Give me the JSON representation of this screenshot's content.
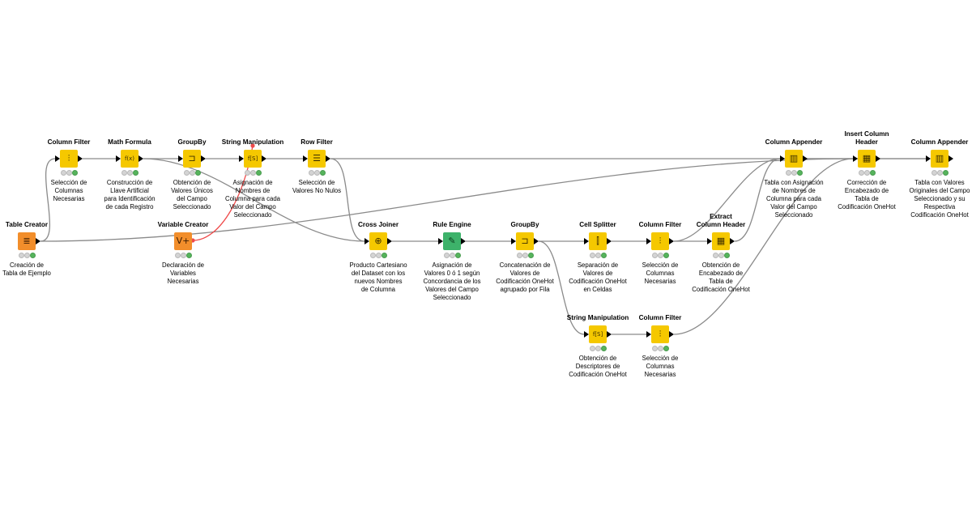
{
  "workflow": {
    "nodes": [
      {
        "title": "Column Filter",
        "description": "Selección de\nColumnas\nNecesarias",
        "color": "yellow",
        "icon": "column-filter-icon",
        "glyph": "⫶"
      },
      {
        "title": "Math Formula",
        "description": "Construcción de\nLlave Artificial\npara Identificación\nde cada Registro",
        "color": "yellow",
        "icon": "math-formula-icon",
        "glyph": "f(x)"
      },
      {
        "title": "GroupBy",
        "description": "Obtención de\nValores Únicos\ndel Campo\nSeleccionado",
        "color": "yellow",
        "icon": "groupby-icon",
        "glyph": "⊐"
      },
      {
        "title": "String Manipulation",
        "description": "Asignación de\nNombres de\nColumna para cada\nValor del Campo\nSeleccionado",
        "color": "yellow",
        "icon": "string-manipulation-icon",
        "glyph": "f[S]"
      },
      {
        "title": "Row Filter",
        "description": "Selección de\nValores No Nulos",
        "color": "yellow",
        "icon": "row-filter-icon",
        "glyph": "☰"
      },
      {
        "title": "Column Appender",
        "description": "Tabla con Asignación\nde Nombres de\nColumna para cada\nValor del Campo\nSeleccionado",
        "color": "yellow",
        "icon": "column-appender-icon",
        "glyph": "▥"
      },
      {
        "title": "Insert Column\nHeader",
        "description": "Corrección de\nEncabezado de\nTabla de\nCodificación OneHot",
        "color": "yellow",
        "icon": "insert-column-header-icon",
        "glyph": "▦"
      },
      {
        "title": "Column Appender",
        "description": "Tabla con Valores\nOriginales del Campo\nSeleccionado y su\nRespectiva\nCodificación OneHot",
        "color": "yellow",
        "icon": "column-appender-icon",
        "glyph": "▥"
      },
      {
        "title": "Table Creator",
        "description": "Creación de\nTabla de Ejemplo",
        "color": "orange",
        "icon": "table-creator-icon",
        "glyph": "≣"
      },
      {
        "title": "Variable Creator",
        "description": "Declaración de\nVariables\nNecesarias",
        "color": "orange",
        "icon": "variable-creator-icon",
        "glyph": "V+"
      },
      {
        "title": "Cross Joiner",
        "description": "Producto Cartesiano\ndel Dataset con los\nnuevos Nombres\nde Columna",
        "color": "yellow",
        "icon": "cross-joiner-icon",
        "glyph": "⊕"
      },
      {
        "title": "Rule Engine",
        "description": "Asignación de\nValores 0 ó 1 según\nConcordancia de los\nValores del Campo\nSeleccionado",
        "color": "green",
        "icon": "rule-engine-icon",
        "glyph": "✎"
      },
      {
        "title": "GroupBy",
        "description": "Concatenación de\nValores de\nCodificación OneHot\nagrupado por Fila",
        "color": "yellow",
        "icon": "groupby-icon",
        "glyph": "⊐"
      },
      {
        "title": "Cell Splitter",
        "description": "Separación de\nValores de\nCodificación OneHot\nen Celdas",
        "color": "yellow",
        "icon": "cell-splitter-icon",
        "glyph": "⫿"
      },
      {
        "title": "Column Filter",
        "description": "Selección de\nColumnas\nNecesarias",
        "color": "yellow",
        "icon": "column-filter-icon",
        "glyph": "⫶"
      },
      {
        "title": "Extract\nColumn Header",
        "description": "Obtención de\nEncabezado de\nTabla de\nCodificación OneHot",
        "color": "yellow",
        "icon": "extract-column-header-icon",
        "glyph": "▦"
      },
      {
        "title": "String Manipulation",
        "description": "Obtención de\nDescriptores de\nCodificación OneHot",
        "color": "yellow",
        "icon": "string-manipulation-icon",
        "glyph": "f[S]"
      },
      {
        "title": "Column Filter",
        "description": "Selección de\nColumnas\nNecesarias",
        "color": "yellow",
        "icon": "column-filter-icon",
        "glyph": "⫶"
      }
    ],
    "connections": [
      {
        "from": 8,
        "to": 0,
        "kind": "data"
      },
      {
        "from": 0,
        "to": 1,
        "kind": "data"
      },
      {
        "from": 1,
        "to": 2,
        "kind": "data"
      },
      {
        "from": 2,
        "to": 3,
        "kind": "data"
      },
      {
        "from": 3,
        "to": 4,
        "kind": "data"
      },
      {
        "from": 4,
        "to": 10,
        "kind": "data"
      },
      {
        "from": 1,
        "to": 10,
        "kind": "data"
      },
      {
        "from": 10,
        "to": 11,
        "kind": "data"
      },
      {
        "from": 11,
        "to": 12,
        "kind": "data"
      },
      {
        "from": 12,
        "to": 13,
        "kind": "data"
      },
      {
        "from": 12,
        "to": 16,
        "kind": "data"
      },
      {
        "from": 13,
        "to": 14,
        "kind": "data"
      },
      {
        "from": 14,
        "to": 15,
        "kind": "data"
      },
      {
        "from": 14,
        "to": 5,
        "kind": "data"
      },
      {
        "from": 15,
        "to": 5,
        "kind": "data"
      },
      {
        "from": 5,
        "to": 6,
        "kind": "data"
      },
      {
        "from": 16,
        "to": 17,
        "kind": "data"
      },
      {
        "from": 17,
        "to": 6,
        "kind": "data"
      },
      {
        "from": 6,
        "to": 7,
        "kind": "data"
      },
      {
        "from": 4,
        "to": 7,
        "kind": "data"
      },
      {
        "from": 8,
        "to": 6,
        "kind": "data"
      },
      {
        "from": 9,
        "to": 3,
        "kind": "variable"
      }
    ],
    "colors": {
      "yellow": "#f5c800",
      "orange": "#f28e2b",
      "green": "#3db26a",
      "edge": "#8a8a8a",
      "variable_edge": "#ef4b4b"
    }
  }
}
